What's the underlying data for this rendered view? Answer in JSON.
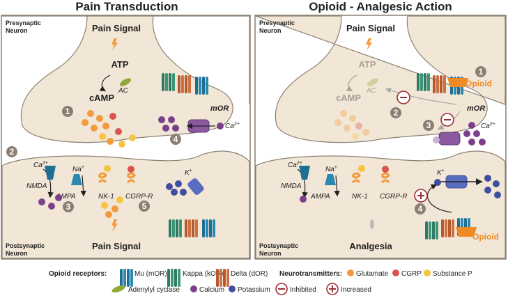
{
  "left_panel": {
    "title": "Pain Transduction",
    "presynaptic_label": [
      "Presynaptic",
      "Neuron"
    ],
    "postsynaptic_label": [
      "Postsynaptic",
      "Neuron"
    ],
    "pain_signal_top": "Pain Signal",
    "pain_signal_bottom": "Pain Signal",
    "atp": "ATP",
    "ac": "AC",
    "camp": "cAMP",
    "mor": "mOR",
    "ca_ion": "Ca",
    "ca_sup": "2+",
    "na_ion": "Na",
    "na_sup": "+",
    "k_ion": "K",
    "k_sup": "+",
    "nmda": "NMDA",
    "ampa": "AMPA",
    "nk1": "NK-1",
    "cgrpr": "CGRP-R",
    "steps": [
      "1",
      "2",
      "3",
      "4",
      "5"
    ]
  },
  "right_panel": {
    "title": "Opioid - Analgesic Action",
    "presynaptic_label": [
      "Presynaptic",
      "Neuron"
    ],
    "postsynaptic_label": [
      "Postsynaptic",
      "Neuron"
    ],
    "pain_signal_top": "Pain Signal",
    "analgesia": "Analgesia",
    "atp": "ATP",
    "ac": "AC",
    "camp": "cAMP",
    "mor": "mOR",
    "opioid_top": "Opioid",
    "opioid_bottom": "Opioid",
    "ca_ion": "Ca",
    "ca_sup": "2+",
    "na_ion": "Na",
    "na_sup": "+",
    "k_ion": "K",
    "k_sup": "+",
    "nmda": "NMDA",
    "ampa": "AMPA",
    "nk1": "NK-1",
    "cgrpr": "CGRP-R",
    "steps": [
      "1",
      "2",
      "3",
      "4"
    ]
  },
  "legend": {
    "opioid_receptors_label": "Opioid receptors:",
    "mu": "Mu (mOR)",
    "kappa": "Kappa (kOR)",
    "delta": "Delta (dOR)",
    "neurotransmitters_label": "Neurotransmitters:",
    "glutamate": "Glutamate",
    "cgrp": "CGRP",
    "substance_p": "Substance P",
    "adenylyl_cyclase": "Adenylyl cyclase",
    "calcium": "Calcium",
    "potassium": "Potassium",
    "inhibited": "Inhibited",
    "increased": "Increased"
  },
  "colors": {
    "neuron_fill": "#f2e6d6",
    "panel_border": "#8a7f72",
    "mu": "#1f6f93",
    "kappa": "#2e7a63",
    "delta": "#b45a2f",
    "glutamate": "#f39a3c",
    "cgrp": "#d9534f",
    "substance_p": "#f5c542",
    "calcium": "#7b3f8c",
    "potassium": "#3f4fa0",
    "inhibit": "#9b2d35",
    "opioid": "#f08a24"
  }
}
